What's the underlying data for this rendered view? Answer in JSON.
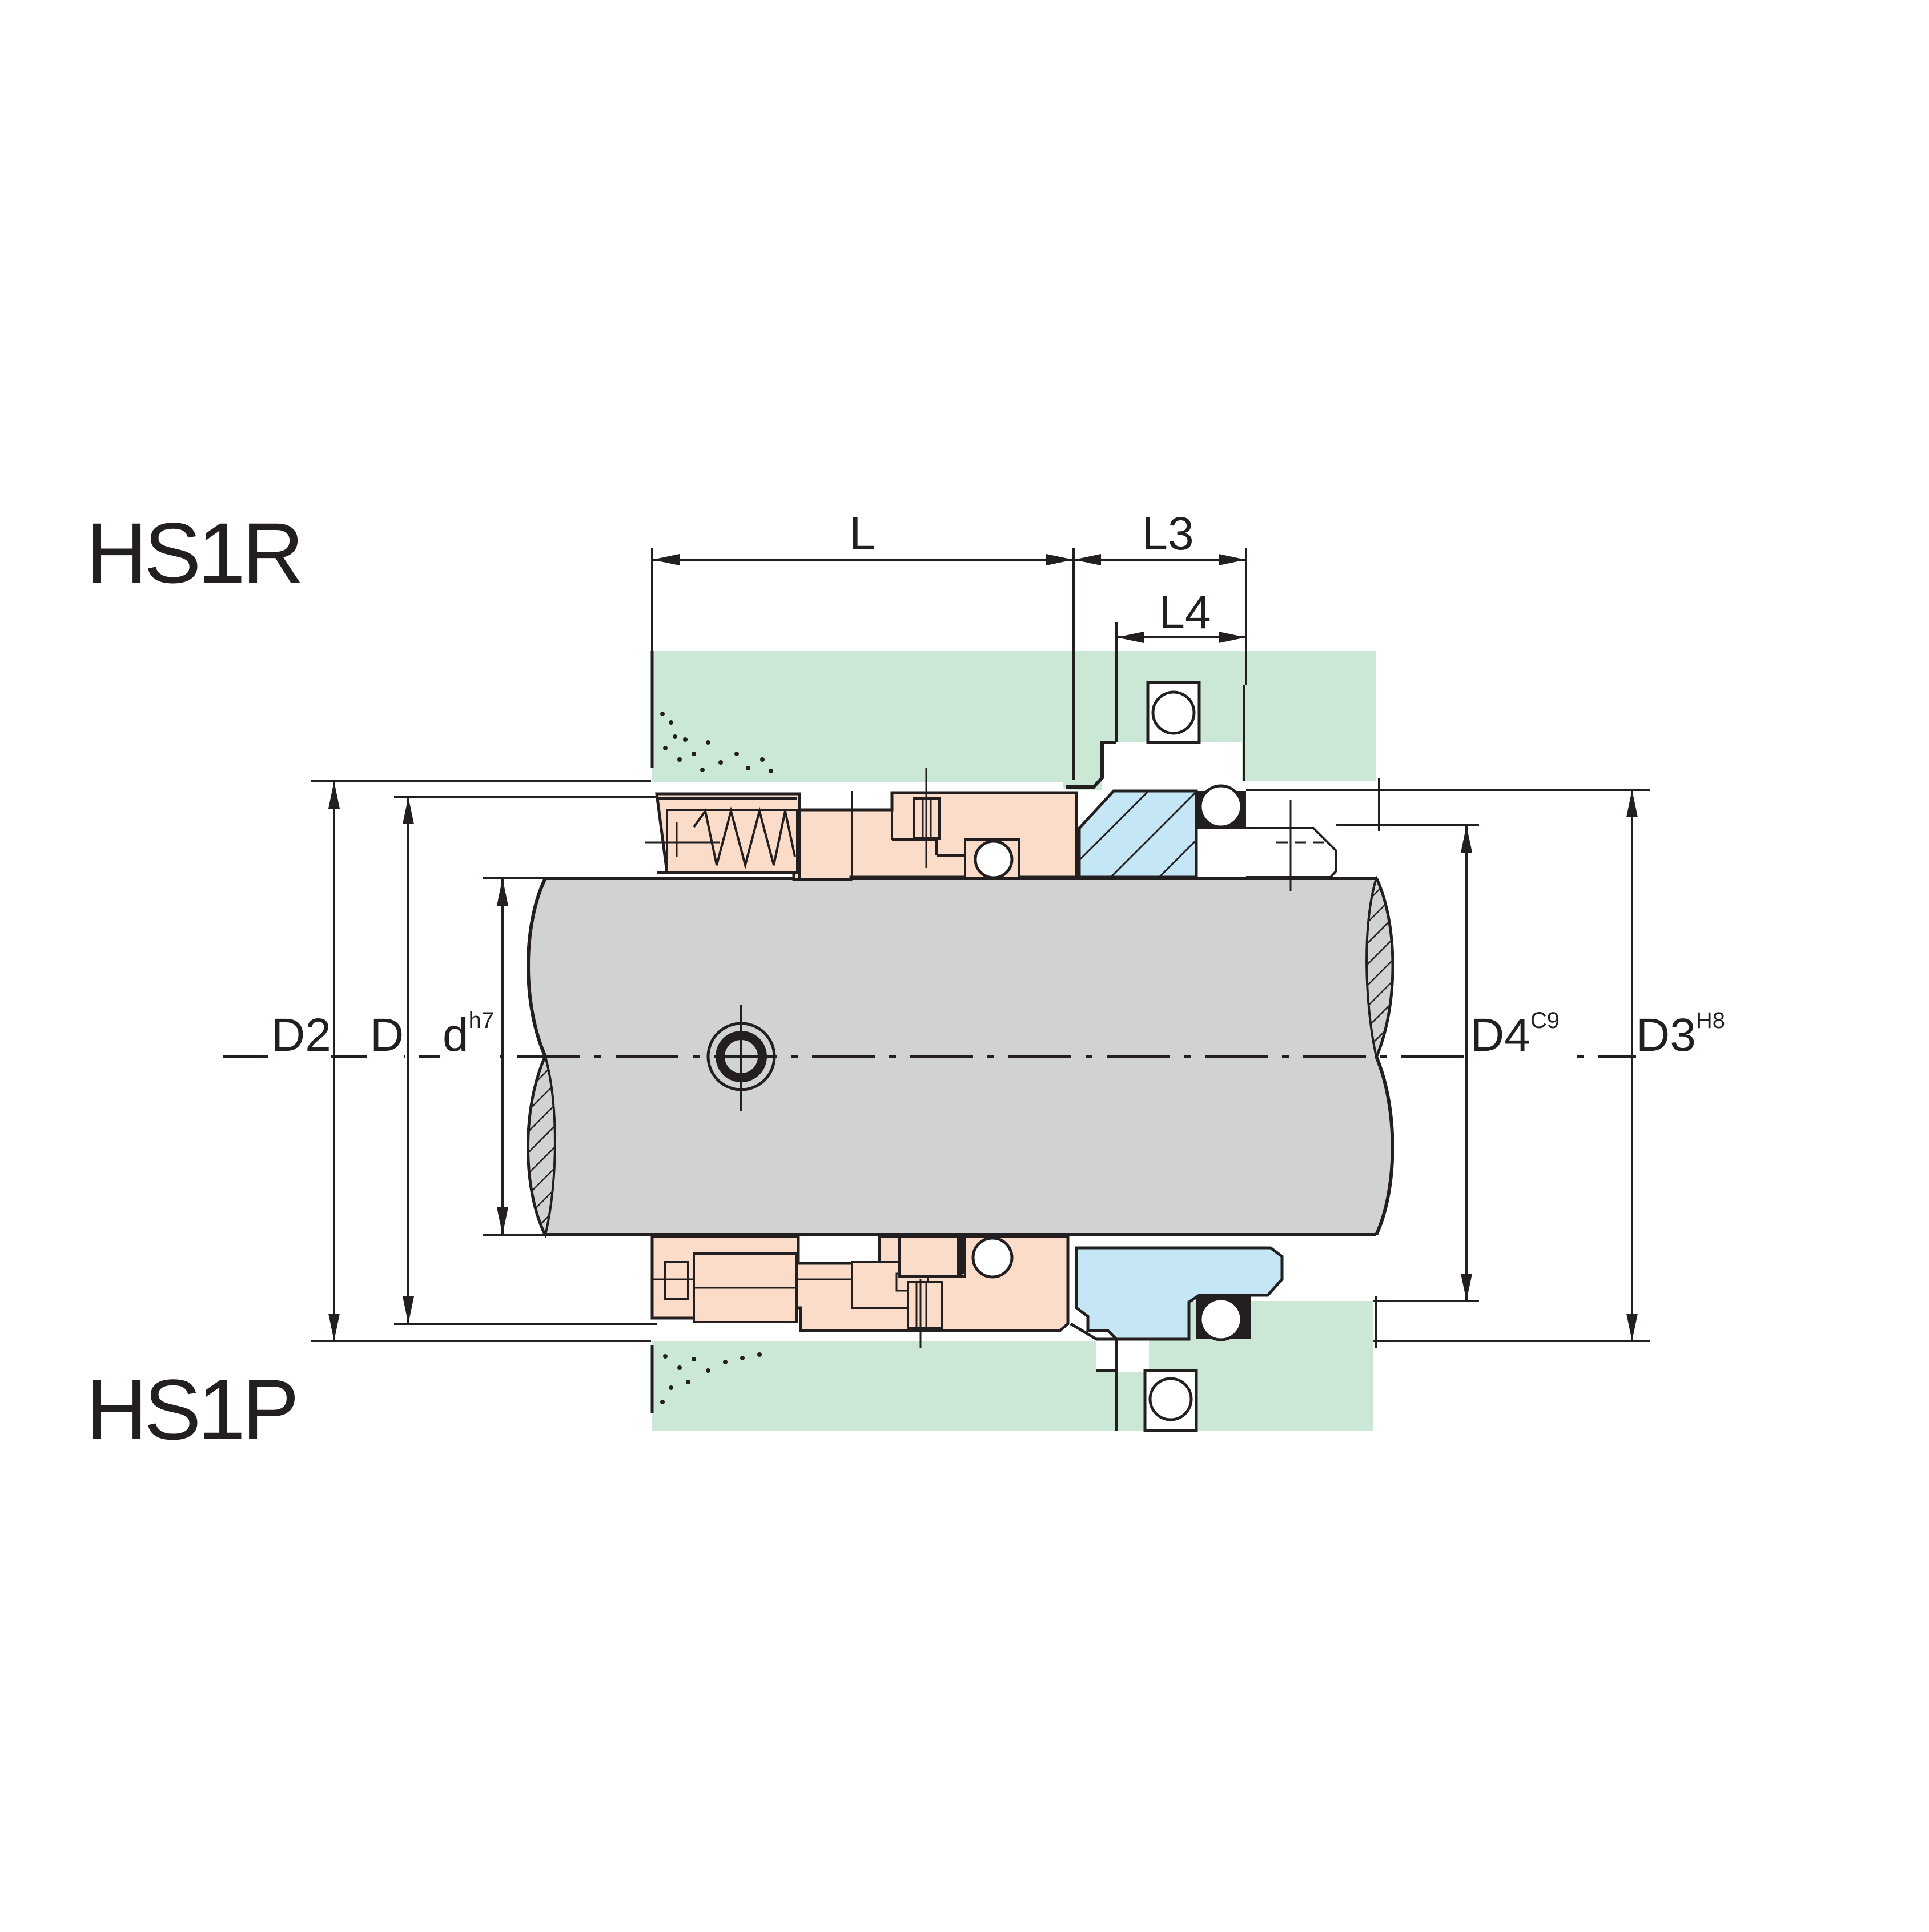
{
  "titles": {
    "top_model": "HS1R",
    "bottom_model": "HS1P"
  },
  "dimensions": {
    "L": "L",
    "L3": "L3",
    "L4": "L4",
    "D2": "D2",
    "D": "D",
    "d": {
      "base": "d",
      "tolerance": "h7"
    },
    "D4": {
      "base": "D4",
      "tolerance": "C9"
    },
    "D3": {
      "base": "D3",
      "tolerance": "H8"
    }
  },
  "colors": {
    "housing": "#cbe8d6",
    "seal_head": "#fbdcc9",
    "seat": "#c5e6f5",
    "seat_hatch": "#99c5de",
    "shaft": "#d1d2d4",
    "line": "#231f20"
  }
}
